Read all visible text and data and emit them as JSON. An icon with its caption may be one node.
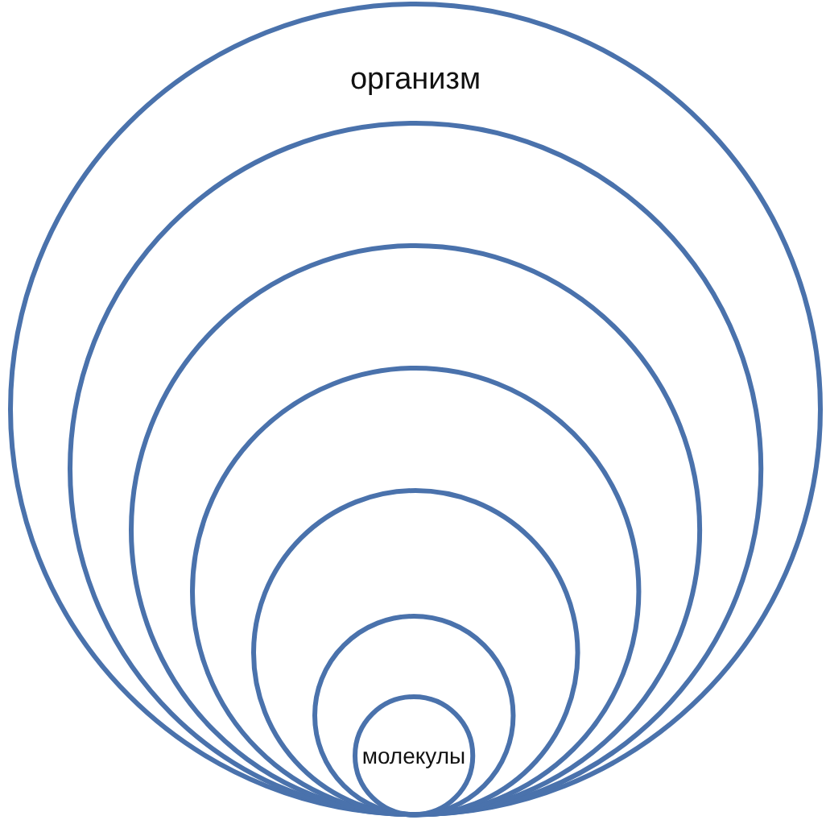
{
  "diagram": {
    "nodes": [
      {
        "text": [
          "организм"
        ]
      },
      {
        "text": [],
        "shape": "circle",
        "in": 0
      },
      {
        "text": [],
        "shape": "circle",
        "in": 1
      },
      {
        "text": [],
        "shape": "circle",
        "in": 2
      },
      {
        "text": [],
        "shape": "circle",
        "in": 3
      },
      {
        "text": [],
        "shape": "circle",
        "in": 4
      },
      {
        "text": [
          "молекулы"
        ],
        "in": 5
      }
    ]
  }
}
